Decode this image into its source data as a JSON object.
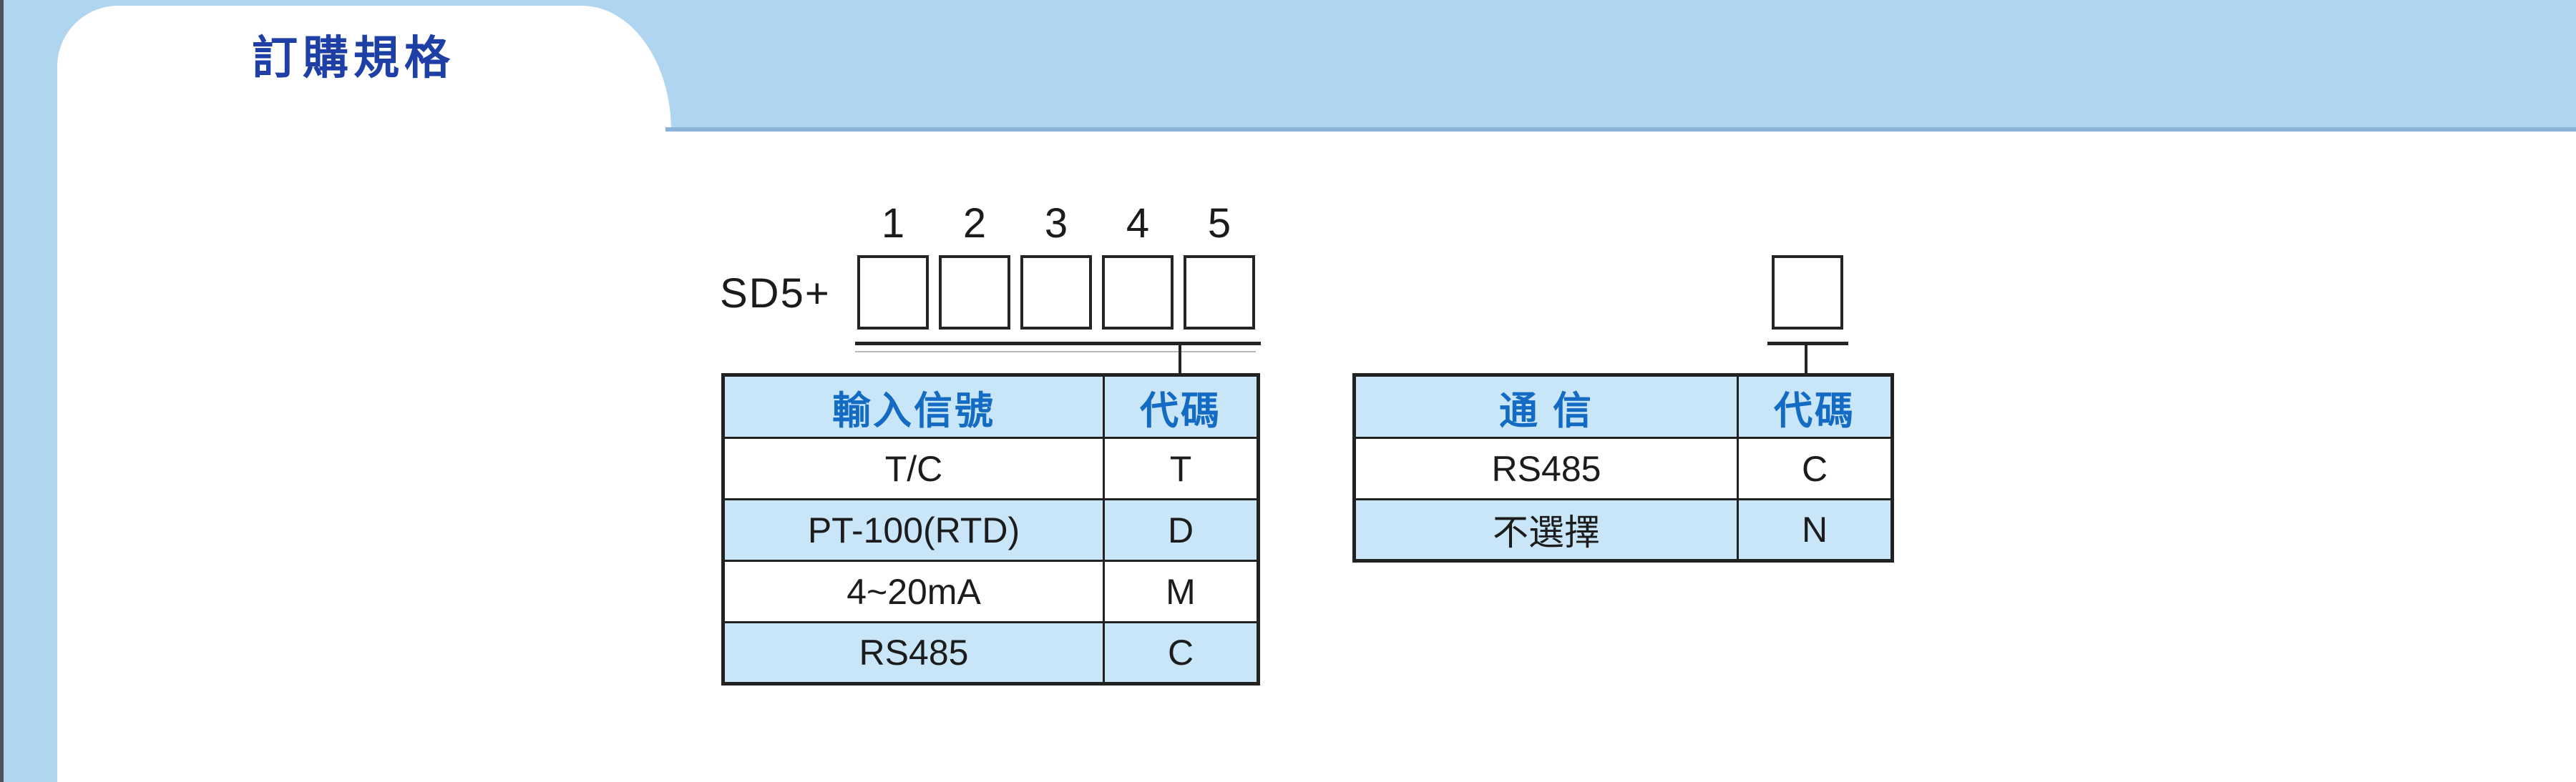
{
  "page": {
    "title": "訂購規格"
  },
  "colors": {
    "background_blue": "#afd5f0",
    "panel_white": "#ffffff",
    "table_header_blue": "#c9e6f8",
    "accent_text_blue": "#146bc4",
    "title_navy": "#1d3fa6",
    "border_dark": "#222222",
    "text_black": "#1c1c1c",
    "panel_top_edge_blue": "#8cb4d8"
  },
  "order_code_diagram": {
    "model_prefix": "SD5+",
    "position_labels": [
      "1",
      "2",
      "3",
      "4",
      "5"
    ],
    "left_box_count": 5,
    "right_box_count": 1
  },
  "input_signal_table": {
    "headers": [
      "輸入信號",
      "代碼"
    ],
    "rows": [
      {
        "label": "T/C",
        "code": "T"
      },
      {
        "label": "PT-100(RTD)",
        "code": "D"
      },
      {
        "label": "4~20mA",
        "code": "M"
      },
      {
        "label": "RS485",
        "code": "C"
      }
    ]
  },
  "communication_table": {
    "headers": [
      "通 信",
      "代碼"
    ],
    "rows": [
      {
        "label": "RS485",
        "code": "C"
      },
      {
        "label": "不選擇",
        "code": "N"
      }
    ]
  }
}
